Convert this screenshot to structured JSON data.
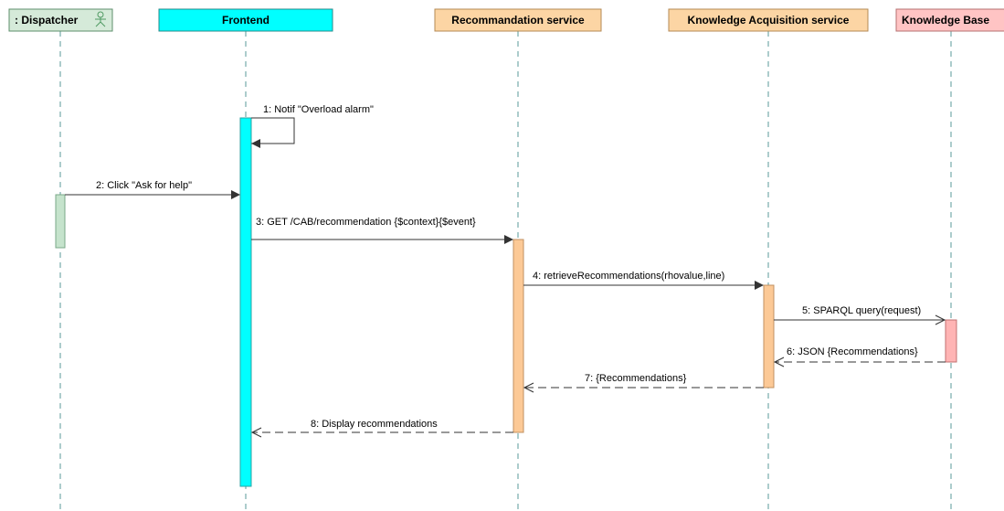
{
  "participants": [
    {
      "id": "dispatcher",
      "label": ": Dispatcher",
      "fill": "#d5ead9",
      "stroke": "#5e8f6c",
      "icon": "actor-icon"
    },
    {
      "id": "frontend",
      "label": "Frontend",
      "fill": "#00ffff",
      "stroke": "#2a8a8a"
    },
    {
      "id": "recommendation",
      "label": "Recommandation service",
      "fill": "#fcd5a4",
      "stroke": "#b48a54"
    },
    {
      "id": "knowledge_acq",
      "label": "Knowledge Acquisition service",
      "fill": "#fcd5a4",
      "stroke": "#b48a54"
    },
    {
      "id": "knowledge_base",
      "label": "Knowledge Base",
      "fill": "#ffc4c4",
      "stroke": "#b47070"
    }
  ],
  "activation_colors": {
    "dispatcher": "#c5e3cc",
    "frontend": "#00ffff",
    "recommendation": "#fcc996",
    "knowledge_acq": "#fcc996",
    "knowledge_base": "#ffb4b4"
  },
  "messages": [
    {
      "label": "1: Notif \"Overload alarm\"",
      "type": "self"
    },
    {
      "label": "2: Click \"Ask for help\"",
      "type": "sync"
    },
    {
      "label": "3: GET /CAB/recommendation {$context}{$event}",
      "type": "sync"
    },
    {
      "label": "4: retrieveRecommendations(rhovalue,line)",
      "type": "sync"
    },
    {
      "label": "5: SPARQL query(request)",
      "type": "async"
    },
    {
      "label": "6: JSON {Recommendations}",
      "type": "return"
    },
    {
      "label": "7: {Recommendations}",
      "type": "return"
    },
    {
      "label": "8: Display recommendations",
      "type": "return"
    }
  ]
}
